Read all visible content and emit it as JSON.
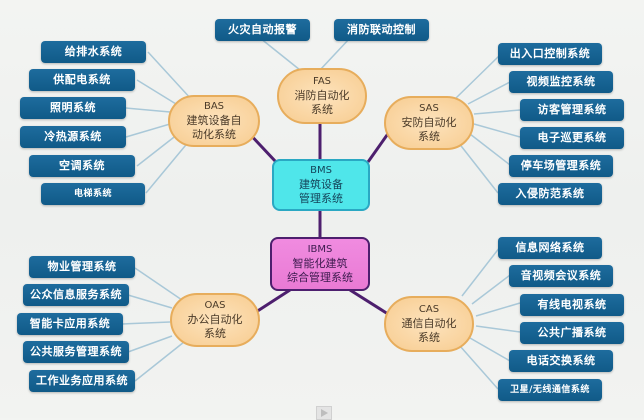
{
  "diagram": {
    "core": {
      "bms": {
        "code": "BMS",
        "line1": "建筑设备",
        "line2": "管理系统"
      },
      "ibms": {
        "code": "IBMS",
        "line1": "智能化建筑",
        "line2": "综合管理系统"
      }
    },
    "hubs": {
      "bas": {
        "code": "BAS",
        "line1": "建筑设备自",
        "line2": "动化系统",
        "children": [
          "给排水系统",
          "供配电系统",
          "照明系统",
          "冷热源系统",
          "空调系统",
          "电梯系统"
        ]
      },
      "fas": {
        "code": "FAS",
        "line1": "消防自动化",
        "line2": "系统",
        "children": [
          "火灾自动报警",
          "消防联动控制"
        ]
      },
      "sas": {
        "code": "SAS",
        "line1": "安防自动化",
        "line2": "系统",
        "children": [
          "出入口控制系统",
          "视频监控系统",
          "访客管理系统",
          "电子巡更系统",
          "停车场管理系统",
          "入侵防范系统"
        ]
      },
      "oas": {
        "code": "OAS",
        "line1": "办公自动化",
        "line2": "系统",
        "children": [
          "物业管理系统",
          "公众信息服务系统",
          "智能卡应用系统",
          "公共服务管理系统",
          "工作业务应用系统"
        ]
      },
      "cas": {
        "code": "CAS",
        "line1": "通信自动化",
        "line2": "系统",
        "children": [
          "信息网络系统",
          "音视频会议系统",
          "有线电视系统",
          "公共广播系统",
          "电话交换系统",
          "卫星/无线通信系统"
        ]
      }
    },
    "colors": {
      "leaf": "#145f8f",
      "hub_fill": "#f9d29e",
      "hub_border": "#e7ad5c",
      "bms_fill": "#4fe6ea",
      "ibms_fill": "#ec83da",
      "core_link": "#4d1f6e",
      "leaf_link": "#a9c8d8"
    }
  }
}
